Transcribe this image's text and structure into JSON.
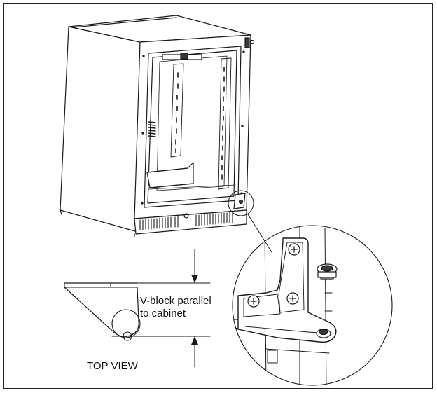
{
  "annotation": {
    "line1": "V-block parallel",
    "line2": "to cabinet"
  },
  "view_label": "TOP VIEW",
  "colors": {
    "line": "#1a1a1a",
    "fill_dark": "#3a3a3a",
    "background": "#ffffff"
  }
}
